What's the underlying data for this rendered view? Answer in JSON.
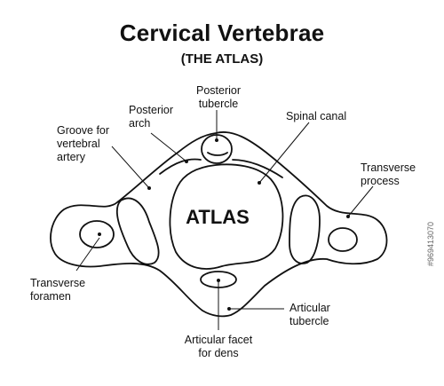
{
  "title": "Cervical Vertebrae",
  "subtitle": "(THE ATLAS)",
  "center_label": "ATLAS",
  "labels": {
    "posterior_tubercle": [
      "Posterior",
      "tubercle"
    ],
    "posterior_arch": [
      "Posterior",
      "arch"
    ],
    "spinal_canal": "Spinal canal",
    "groove": [
      "Groove for",
      "vertebral",
      "artery"
    ],
    "transverse_process": [
      "Transverse",
      "process"
    ],
    "transverse_foramen": [
      "Transverse",
      "foramen"
    ],
    "articular_tubercle": [
      "Articular",
      "tubercle"
    ],
    "articular_facet": [
      "Articular facet",
      "for dens"
    ]
  },
  "stock_id": "#969413070"
}
